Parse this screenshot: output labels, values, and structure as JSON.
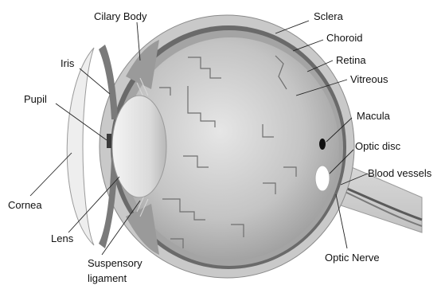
{
  "labels": {
    "ciliary_body": "Cilary Body",
    "sclera": "Sclera",
    "choroid": "Choroid",
    "iris": "Iris",
    "retina": "Retina",
    "vitreous": "Vitreous",
    "pupil": "Pupil",
    "macula": "Macula",
    "optic_disc": "Optic disc",
    "blood_vessels": "Blood vessels",
    "cornea": "Cornea",
    "lens": "Lens",
    "optic_nerve": "Optic Nerve",
    "suspensory_ligament_line1": "Suspensory",
    "suspensory_ligament_line2": "ligament"
  },
  "colors": {
    "sclera": "#c9c9c9",
    "choroid": "#6a6a6a",
    "retina": "#a4a4a4",
    "vitreous_light": "#e2e2e2",
    "vitreous_dark": "#9a9a9a",
    "optic_nerve": "#cfcfcf",
    "blood_vessel": "#5a5a5a",
    "cornea": "#eeeeee"
  }
}
